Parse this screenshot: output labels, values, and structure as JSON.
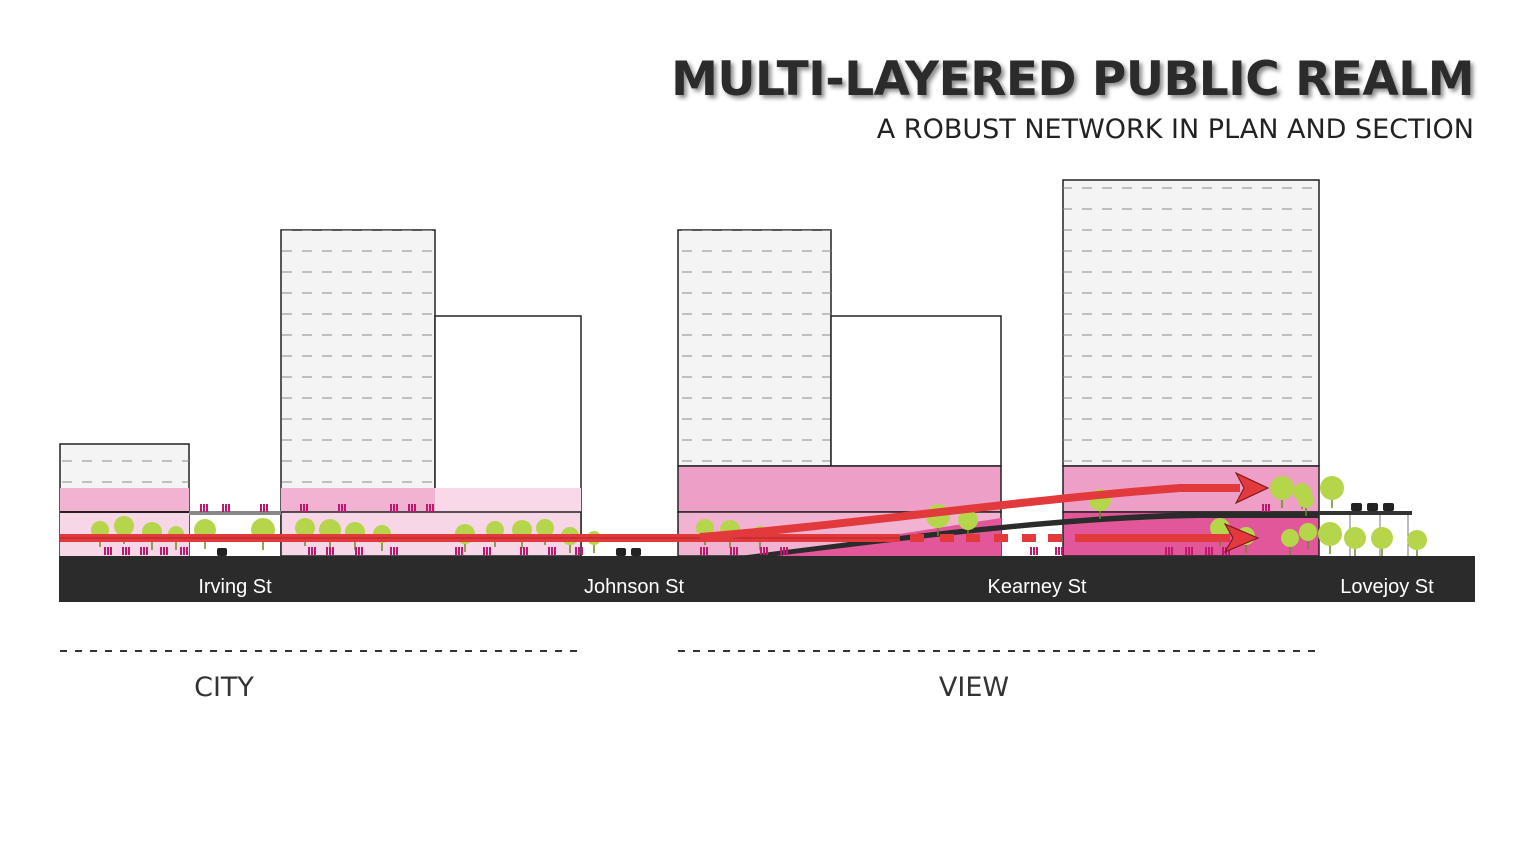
{
  "header": {
    "title": "MULTI-LAYERED PUBLIC REALM",
    "subtitle": "A ROBUST NETWORK IN PLAN AND SECTION"
  },
  "streets": [
    "Irving St",
    "Johnson St",
    "Kearney St",
    "Lovejoy St"
  ],
  "zones": [
    "CITY",
    "VIEW"
  ],
  "colors": {
    "tower_fill": "#f4f4f4",
    "podium_pink": "#ed9fc8",
    "podium_light": "#f7cfe3",
    "podium_strong": "#e2569a",
    "ground": "#2b2b2b",
    "tree": "#b5d64a",
    "arrow": "#e23a3c",
    "people": "#c0186e"
  }
}
